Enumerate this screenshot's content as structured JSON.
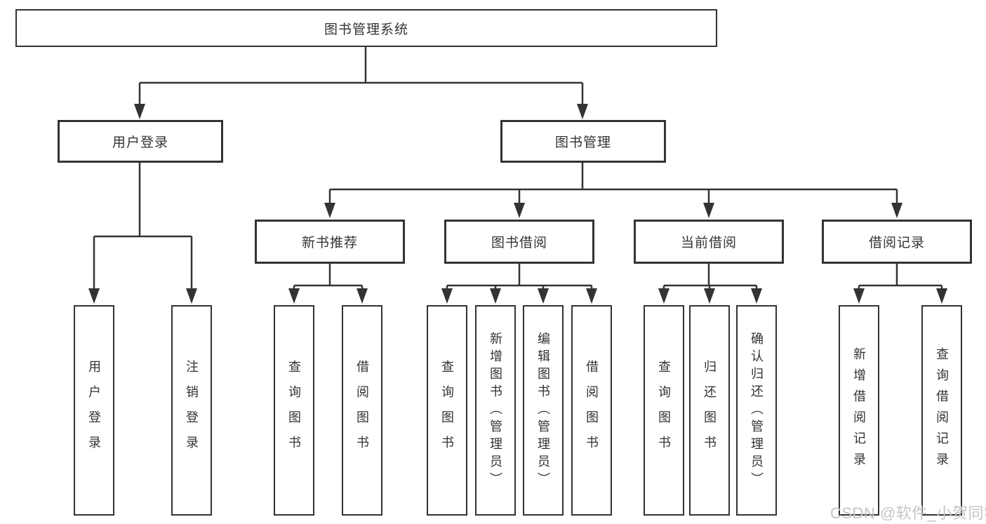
{
  "diagram": {
    "root": {
      "label": "图书管理系统"
    },
    "branches": {
      "user_login": {
        "label": "用户登录"
      },
      "book_mgmt": {
        "label": "图书管理"
      }
    },
    "modules": {
      "new_books": {
        "label": "新书推荐"
      },
      "book_borrow": {
        "label": "图书借阅"
      },
      "current_borrow": {
        "label": "当前借阅"
      },
      "borrow_records": {
        "label": "借阅记录"
      }
    },
    "leaves": {
      "user_login": [
        {
          "label": "用户登录"
        },
        {
          "label": "注销登录"
        }
      ],
      "new_books": [
        {
          "label": "查询图书"
        },
        {
          "label": "借阅图书"
        }
      ],
      "book_borrow": [
        {
          "label": "查询图书"
        },
        {
          "label": "新增图书（管理员）"
        },
        {
          "label": "编辑图书（管理员）"
        },
        {
          "label": "借阅图书"
        }
      ],
      "current_borrow": [
        {
          "label": "查询图书"
        },
        {
          "label": "归还图书"
        },
        {
          "label": "确认归还（管理员）"
        }
      ],
      "borrow_records": [
        {
          "label": "新增借阅记录"
        },
        {
          "label": "查询借阅记录"
        }
      ]
    },
    "watermark": "CSDN @软件_小贺同学",
    "colors": {
      "line": "#333333",
      "box_border": "#333333",
      "box_fill": "#ffffff",
      "text": "#333333",
      "watermark": "#c4c4c4",
      "background": "#ffffff"
    }
  }
}
